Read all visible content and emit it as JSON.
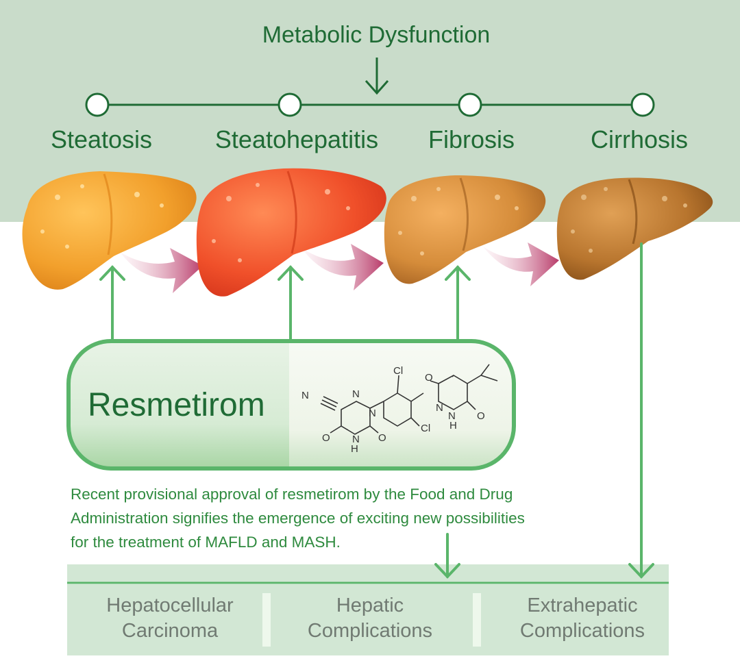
{
  "title": "Metabolic Dysfunction",
  "stages": [
    {
      "label": "Steatosis"
    },
    {
      "label": "Steatohepatitis"
    },
    {
      "label": "Fibrosis"
    },
    {
      "label": "Cirrhosis"
    }
  ],
  "drug": {
    "name": "Resmetirom",
    "structure_atoms": {
      "N": "N",
      "Cl": "Cl",
      "O": "O",
      "H": "H"
    }
  },
  "note_lines": [
    "Recent provisional approval of resmetirom by the Food and Drug",
    "Administration signifies the emergence of exciting new possibilities",
    "for the treatment of MAFLD and MASH."
  ],
  "outcomes": [
    {
      "line1": "Hepatocellular",
      "line2": "Carcinoma"
    },
    {
      "line1": "Hepatic",
      "line2": "Complications"
    },
    {
      "line1": "Extrahepatic",
      "line2": "Complications"
    }
  ],
  "colors": {
    "band": "#c9dcca",
    "label_green": "#1f6b35",
    "arrow_green": "#5ab56a",
    "progress_arrow": "#c0527a",
    "outcome_box": "#d2e7d4",
    "outcome_text": "#707a72",
    "liver_steatosis": "#f0a02a",
    "liver_steatohepatitis": "#f0502a",
    "liver_fibrosis": "#d08a3a",
    "liver_cirrhosis": "#b0702e"
  },
  "icons": [
    "liver-icon",
    "progression-arrow-icon",
    "molecule-structure-icon"
  ]
}
